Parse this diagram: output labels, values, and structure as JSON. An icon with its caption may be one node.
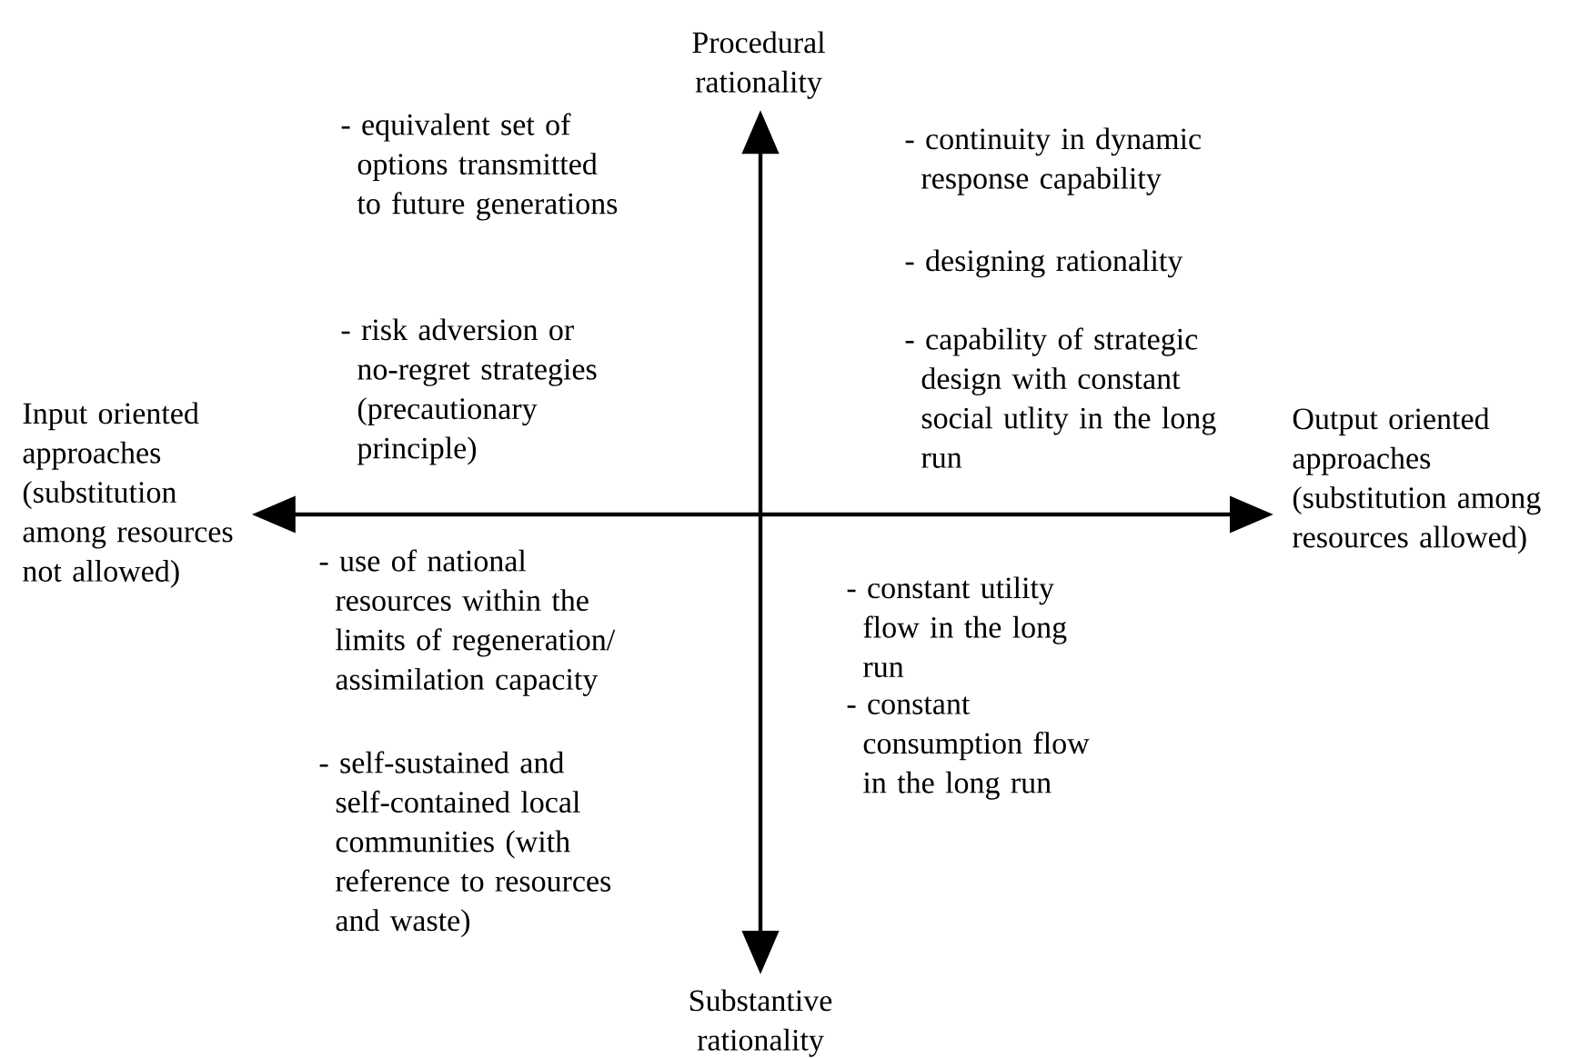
{
  "diagram": {
    "nodes": [
      {
        "text": [
          "Procedural rationality"
        ]
      },
      {
        "text": [
          "Input oriented approaches (substitution among resources not allowed)"
        ]
      },
      {
        "text": [
          "Output oriented approaches (substitution among resources allowed)"
        ]
      },
      {
        "text": [
          "Substantive rationality"
        ]
      }
    ],
    "edges": [
      {
        "from": 3,
        "to": 0,
        "arrow": "both"
      },
      {
        "from": 1,
        "to": 2,
        "arrow": "both"
      }
    ],
    "labels": [
      "- equivalent set of options transmitted to future generations",
      "- continuity in dynamic response capability",
      "- designing rationality",
      "- risk adversion or no-regret strategies (precautionary principle)",
      "- capability of strategic design with constant social utlity in the long run",
      "- use of national resources within the limits of regeneration/ assimilation capacity",
      "- constant utility flow in the long run",
      "- constant consumption flow in the long run",
      "- self-sustained and self-contained local communities (with reference to resources and waste)"
    ]
  }
}
